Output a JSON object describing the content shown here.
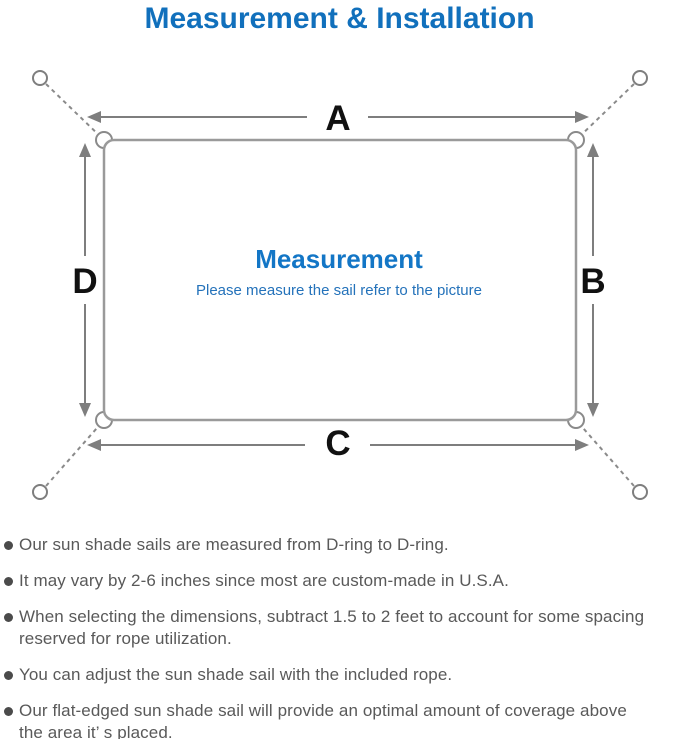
{
  "title": "Measurement & Installation",
  "diagram": {
    "heading": "Measurement",
    "subheading": "Please measure the sail refer to the picture",
    "labels": {
      "top": "A",
      "right": "B",
      "bottom": "C",
      "left": "D"
    },
    "colors": {
      "accent_blue": "#1170bc",
      "heading_blue": "#1376c6",
      "subheading_blue": "#2472ba",
      "line_gray": "#7e7e7e",
      "border_gray": "#9a9a9a",
      "label_black": "#111111"
    }
  },
  "notes": {
    "items": [
      {
        "lines": [
          "Our sun shade sails are measured from D-ring to D-ring."
        ]
      },
      {
        "lines": [
          "It may vary by 2-6 inches since most are custom-made in U.S.A."
        ]
      },
      {
        "lines": [
          "When selecting the dimensions, subtract 1.5 to 2 feet to account for some spacing",
          "reserved for rope utilization."
        ]
      },
      {
        "lines": [
          "You can adjust the sun shade sail with the included rope."
        ]
      },
      {
        "lines": [
          "Our flat-edged sun shade sail will provide an optimal amount of coverage above",
          "the area it’ s placed."
        ]
      }
    ]
  }
}
